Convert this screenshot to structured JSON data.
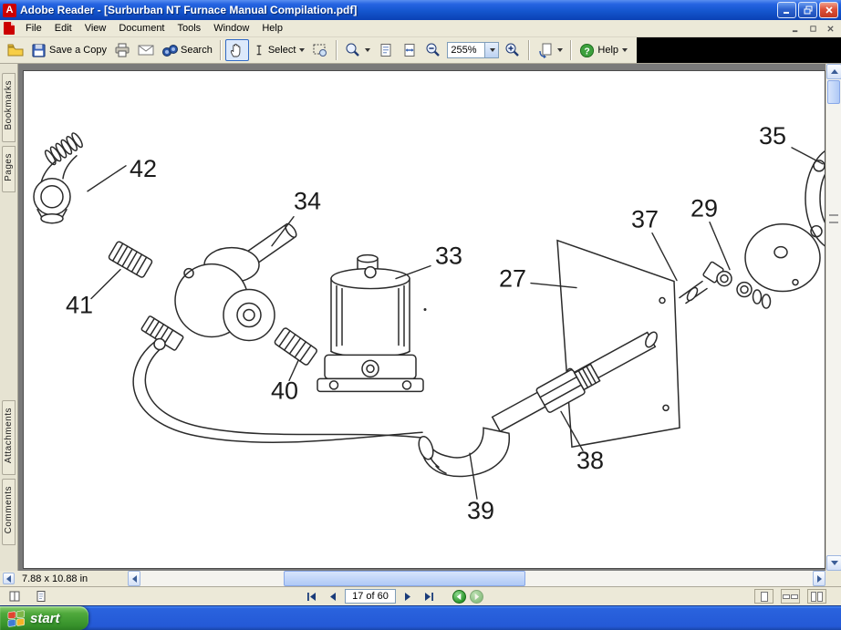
{
  "window": {
    "title": "Adobe Reader - [Surburban NT Furnace Manual Compilation.pdf]"
  },
  "menubar": {
    "items": [
      {
        "label": "File"
      },
      {
        "label": "Edit"
      },
      {
        "label": "View"
      },
      {
        "label": "Document"
      },
      {
        "label": "Tools"
      },
      {
        "label": "Window"
      },
      {
        "label": "Help"
      }
    ]
  },
  "toolbar": {
    "save_copy_label": "Save a Copy",
    "search_label": "Search",
    "select_label": "Select",
    "zoom_value": "255%",
    "help_label": "Help"
  },
  "sidebar": {
    "tabs": [
      {
        "label": "Bookmarks"
      },
      {
        "label": "Pages"
      },
      {
        "label": "Attachments"
      },
      {
        "label": "Comments"
      }
    ]
  },
  "statusbar": {
    "page_size": "7.88 x 10.88 in"
  },
  "navbar": {
    "page_indicator": "17 of 60"
  },
  "taskbar": {
    "start_label": "start"
  },
  "colors": {
    "titlebar_blue": "#1456CE",
    "chrome_tan": "#ECE9D8",
    "taskbar_blue": "#2459D6",
    "start_green": "#3E9C35",
    "doc_background_gray": "#7A7A7A"
  },
  "diagram": {
    "description": "Exploded parts diagram, Suburban NT furnace gas valve assembly",
    "callouts": [
      {
        "label": "42"
      },
      {
        "label": "41"
      },
      {
        "label": "34"
      },
      {
        "label": "33"
      },
      {
        "label": "40"
      },
      {
        "label": "27"
      },
      {
        "label": "37"
      },
      {
        "label": "29"
      },
      {
        "label": "35"
      },
      {
        "label": "38"
      },
      {
        "label": "39"
      }
    ]
  }
}
